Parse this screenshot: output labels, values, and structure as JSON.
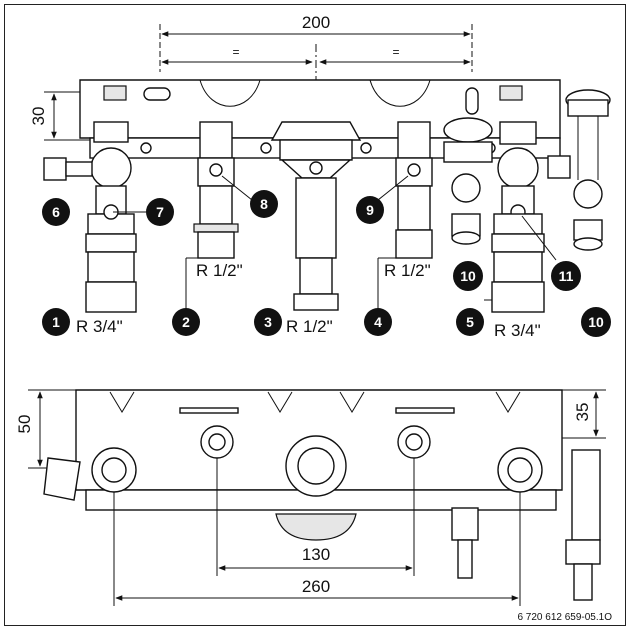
{
  "dimensions": {
    "top_width": "200",
    "equal_left": "=",
    "equal_right": "=",
    "height_top": "30",
    "height_bottom_left": "50",
    "height_bottom_right": "35",
    "width_inner": "130",
    "width_outer": "260"
  },
  "callouts": [
    "1",
    "2",
    "3",
    "4",
    "5",
    "6",
    "7",
    "8",
    "9",
    "10",
    "11",
    "10"
  ],
  "thread_labels": {
    "c1": "R 3/4\"",
    "c2": "R 1/2\"",
    "c3": "R 1/2\"",
    "c4": "R 1/2\"",
    "c5": "R 3/4\""
  },
  "reference": "6 720 612 659-05.1O"
}
